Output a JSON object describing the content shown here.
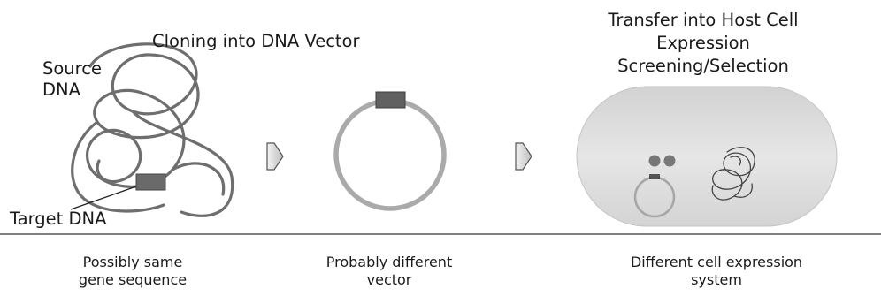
{
  "stage1": {
    "source_label_line1": "Source",
    "source_label_line2": "DNA",
    "target_label": "Target DNA",
    "caption_line1": "Possibly same",
    "caption_line2": "gene sequence"
  },
  "stage2": {
    "title": "Cloning into DNA Vector",
    "caption_line1": "Probably different",
    "caption_line2": "vector"
  },
  "stage3": {
    "title_line1": "Transfer into Host Cell",
    "title_line2": "Expression",
    "title_line3": "Screening/Selection",
    "caption_line1": "Different cell expression",
    "caption_line2": "system"
  }
}
